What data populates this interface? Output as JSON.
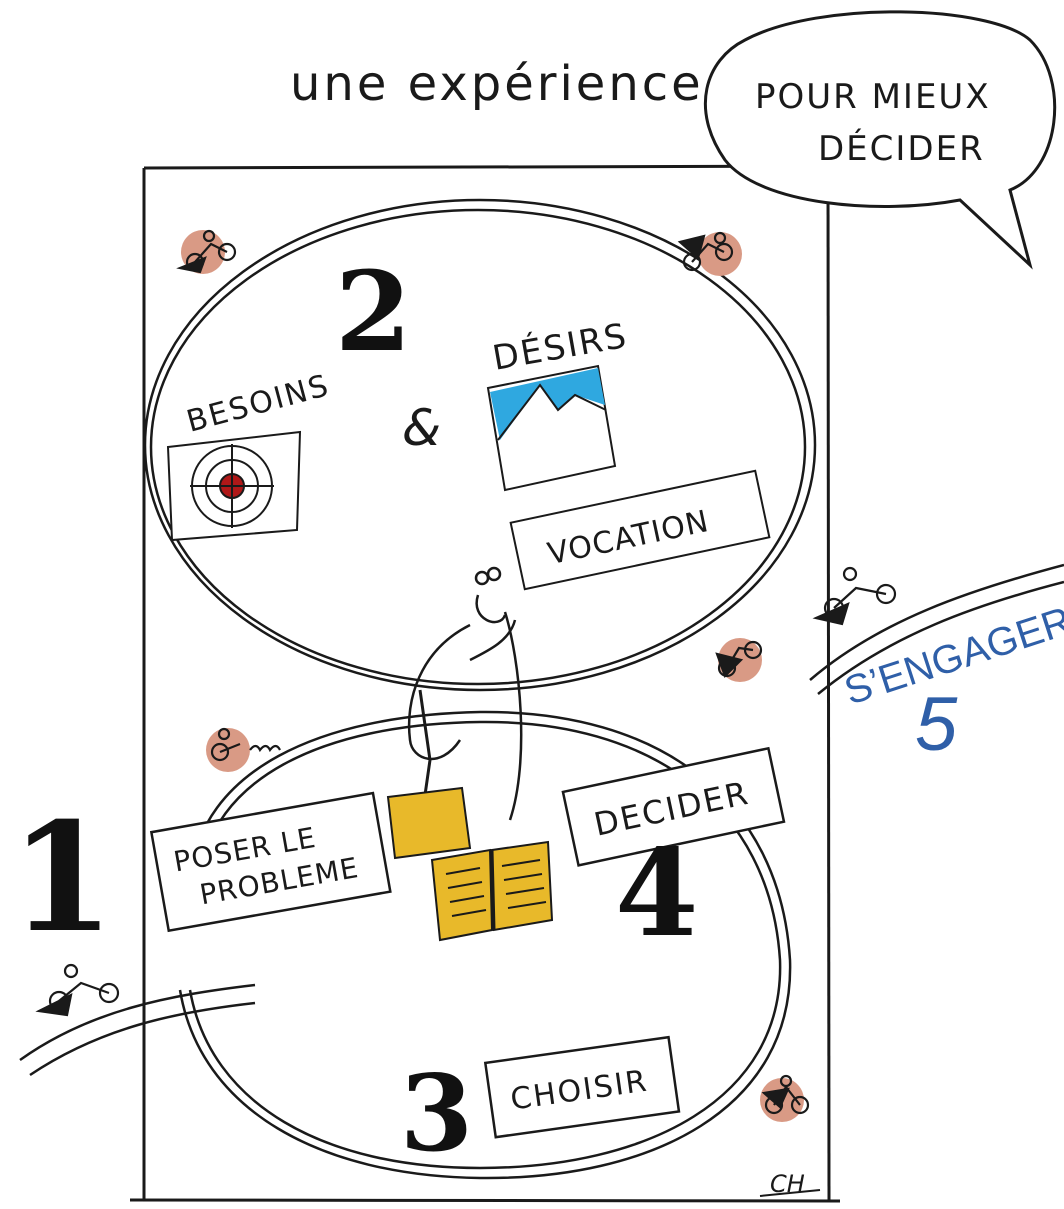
{
  "header": {
    "title": "une expérience",
    "bubble_line1": "POUR MIEUX",
    "bubble_line2": "DÉCIDER"
  },
  "steps": {
    "n2": "2",
    "besoins": "BESOINS",
    "amp": "&",
    "desirs": "DÉSIRS",
    "vocation": "VOCATION",
    "n1": "1",
    "poser_line1": "POSER LE",
    "poser_line2": "PROBLEME",
    "decider": "DECIDER",
    "n4": "4",
    "n3": "3",
    "choisir": "CHOISIR",
    "sengager": "S’ENGAGER",
    "n5": "5"
  },
  "signature": "CH",
  "colors": {
    "ink": "#1a1a1a",
    "accent_blue": "#2f5fa8",
    "target_red": "#b01818",
    "sky_blue": "#2fa8e0",
    "note_yellow": "#e8b92a",
    "dot_salmon": "#d99a85"
  },
  "icons": [
    "target-icon",
    "mountain-icon",
    "sticky-note-icon",
    "open-book-icon",
    "person-icon",
    "cyclist-icon"
  ]
}
